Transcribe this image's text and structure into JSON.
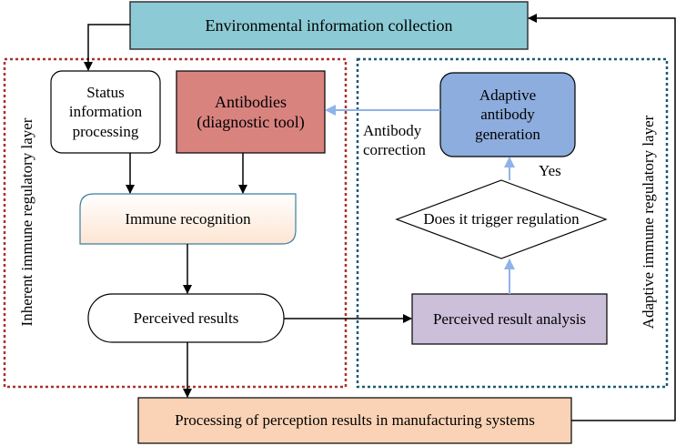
{
  "nodes": {
    "env_collection": "Environmental information collection",
    "status_processing": "Status\ninformation\nprocessing",
    "antibodies": "Antibodies\n(diagnostic tool)",
    "immune_recognition": "Immune recognition",
    "perceived_results": "Perceived results",
    "adaptive_generation": "Adaptive\nantibody\ngeneration",
    "trigger_regulation": "Does it trigger regulation",
    "result_analysis": "Perceived result analysis",
    "manufacturing_processing": "Processing of perception results in manufacturing systems"
  },
  "labels": {
    "antibody_correction": "Antibody\ncorrection",
    "yes": "Yes"
  },
  "layers": {
    "inherent": "Inherent immune regulatory layer",
    "adaptive": "Adaptive immune regulatory layer"
  },
  "colors": {
    "env_fill": "#8ccbd6",
    "antibodies_fill": "#d9837f",
    "adaptive_fill": "#8dadde",
    "analysis_fill": "#cbbfd9",
    "manufacturing_fill": "#fad3b6",
    "recognition_gradient": "#fde5d2",
    "inherent_border": "#a83232",
    "adaptive_border": "#1e5a6e",
    "blue_arrow": "#8fb3e8"
  }
}
